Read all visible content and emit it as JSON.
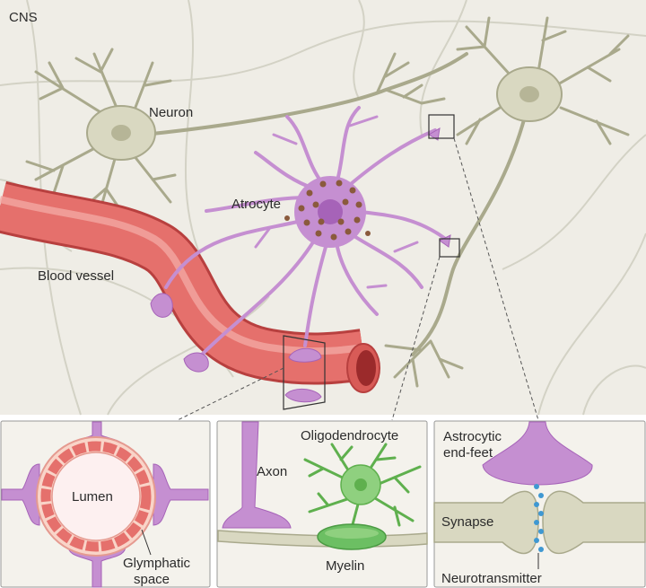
{
  "main": {
    "region_label": "CNS",
    "neuron_label": "Neuron",
    "astrocyte_label": "Atrocyte",
    "vessel_label": "Blood vessel"
  },
  "insets": {
    "vessel": {
      "lumen_label": "Lumen",
      "glymphatic_label_line1": "Glymphatic",
      "glymphatic_label_line2": "space"
    },
    "axon": {
      "axon_label": "Axon",
      "oligo_label": "Oligodendrocyte",
      "myelin_label": "Myelin"
    },
    "synapse": {
      "endfeet_label_line1": "Astrocytic",
      "endfeet_label_line2": "end-feet",
      "synapse_label": "Synapse",
      "neurotransmitter_label": "Neurotransmitter"
    }
  },
  "colors": {
    "background": "#efede6",
    "neuron_fill": "#d9d8c1",
    "neuron_stroke": "#a9a98c",
    "astrocyte": "#c58fd1",
    "astrocyte_dark": "#a663b8",
    "granule": "#8a5a3c",
    "vessel": "#e5706c",
    "vessel_dark": "#b8403f",
    "oligo": "#8fd07f",
    "transmitter": "#3f98d2"
  }
}
